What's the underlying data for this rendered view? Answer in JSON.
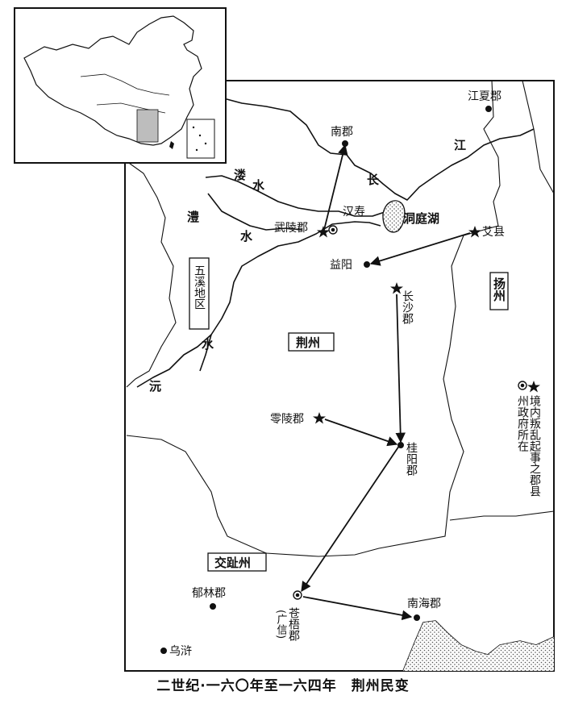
{
  "caption": "二世纪·一六〇年至一六四年　荆州民变",
  "regions": {
    "jingzhou": "荆州",
    "yangzhou": "扬州",
    "jiaozhi": "交趾州",
    "wuxi": "五溪地区"
  },
  "places": {
    "nanjun": "南郡",
    "jiangxia": "江夏郡",
    "wuling": "武陵郡",
    "hanshou": "汉寿",
    "aixian": "艾县",
    "yiyang": "益阳",
    "changsha": "长沙郡",
    "lingling": "零陵郡",
    "guiyang": "桂阳郡",
    "yulin": "郁林郡",
    "cangwu": "苍梧郡",
    "cangwu_note": "(广信)",
    "nanhai": "南海郡",
    "wuhu": "乌浒"
  },
  "water": {
    "jiang": "江",
    "chang": "长",
    "lou_1": "溇",
    "lou_2": "水",
    "li_1": "澧",
    "li_2": "水",
    "yuan_1": "沅",
    "yuan_2": "水",
    "dongting": "洞庭湖"
  },
  "legend": {
    "capital": "州政府所在",
    "rebellion": "境内叛乱起事之郡县"
  },
  "colors": {
    "ink": "#111111",
    "paper": "#ffffff",
    "lake_fill": "#cfcfcf",
    "inset_highlight": "#bdbdbd"
  }
}
